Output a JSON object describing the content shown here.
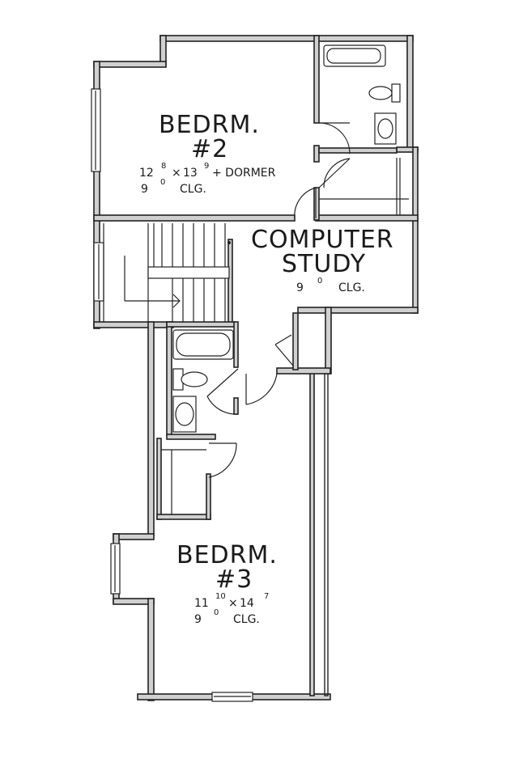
{
  "rooms": {
    "bedroom2": {
      "name": "BEDRM.",
      "number": "#2",
      "dim_a": "12",
      "dim_a_sup": "8",
      "dim_x": "×",
      "dim_b": "13",
      "dim_b_sup": "9",
      "dim_extra": "+ DORMER",
      "clg_a": "9",
      "clg_sup": "0",
      "clg_label": "CLG."
    },
    "computer_study": {
      "name_line1": "COMPUTER",
      "name_line2": "STUDY",
      "clg_a": "9",
      "clg_sup": "0",
      "clg_label": "CLG."
    },
    "bedroom3": {
      "name": "BEDRM.",
      "number": "#3",
      "dim_a": "11",
      "dim_a_sup": "10",
      "dim_x": "×",
      "dim_b": "14",
      "dim_b_sup": "7",
      "clg_a": "9",
      "clg_sup": "0",
      "clg_label": "CLG."
    }
  }
}
